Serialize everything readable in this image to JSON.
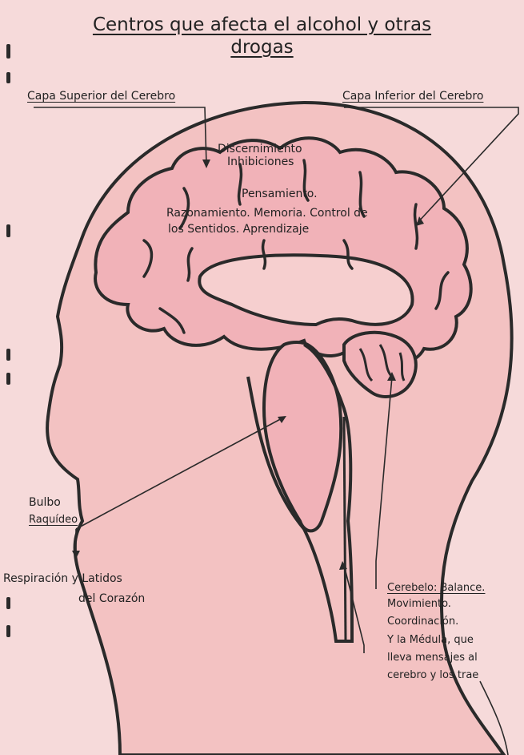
{
  "title": {
    "line1": "Centros que afecta el alcohol y otras",
    "line2": "drogas"
  },
  "labels": {
    "upper_brain": "Capa Superior del Cerebro",
    "lower_brain": "Capa Inferior del Cerebro",
    "discernment": "Discernimiento",
    "inhibitions": "Inhibiciones",
    "thought_1": "Pensamiento.",
    "thought_2": "Razonamiento. Memoria. Control de",
    "thought_3": "los Sentidos. Aprendizaje",
    "bulbo_1": "Bulbo",
    "bulbo_2": "Raquídeo",
    "resp_1": "Respiración y Latidos",
    "resp_2": "del Corazón",
    "cere_1": "Cerebelo: Balance.",
    "cere_2": "Movimiento.",
    "cere_3": "Coordinación.",
    "cere_4": "Y la Médula, que",
    "cere_5": "lleva mensajes al",
    "cere_6": "cerebro y los trae"
  },
  "colors": {
    "background": "#f6dada",
    "head_fill": "#f3c2c2",
    "brain_fill": "#f1b2b8",
    "inner_fill": "#f6cfcf",
    "stroke": "#2a2a2a"
  }
}
